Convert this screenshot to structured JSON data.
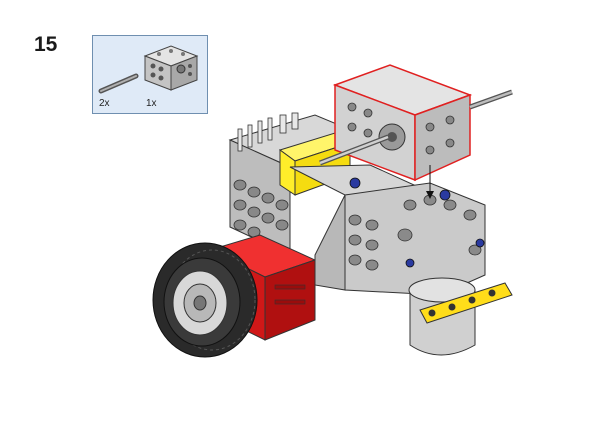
{
  "step": {
    "number": "15"
  },
  "parts_list": {
    "items": [
      {
        "part": "axle",
        "icon": "axle-icon",
        "quantity": "2x",
        "color": "#8c8c8c"
      },
      {
        "part": "motor",
        "icon": "motor-block-icon",
        "quantity": "1x",
        "color": "#c8c8c8"
      }
    ]
  },
  "model": {
    "icon": "robot-assembly-icon",
    "colors": {
      "frame": "#c8c8c8",
      "red_block": "#e01818",
      "yellow_sensor": "#ffee2a",
      "tire": "#2a2a2a",
      "blue_pin": "#2a3aa0",
      "highlight_outline": "#e02020"
    }
  }
}
